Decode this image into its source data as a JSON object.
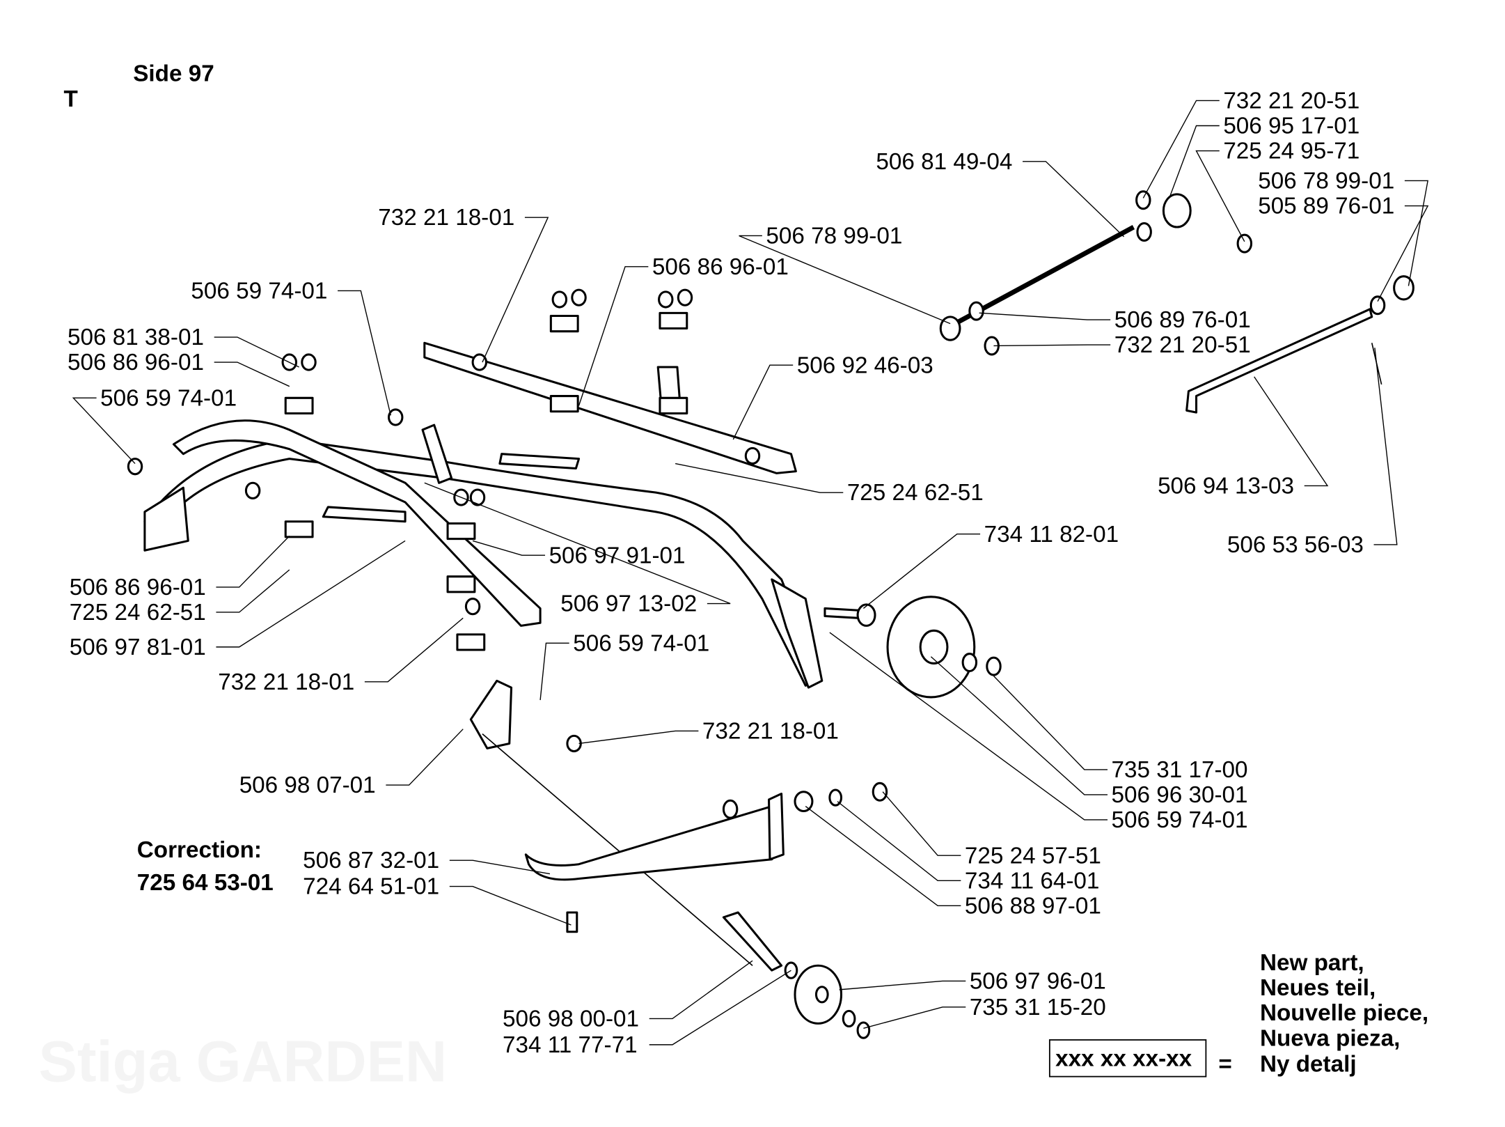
{
  "header": {
    "section_letter": "T",
    "page_title": "Side 97"
  },
  "watermark": "Stiga GARDEN",
  "part_labels": [
    "732 21 20-51",
    "506 95 17-01",
    "725 24 95-71",
    "506 81 49-04",
    "506 78 99-01",
    "505 89 76-01",
    "732 21 18-01",
    "506 78 99-01",
    "506 86 96-01",
    "506 59 74-01",
    "506 89 76-01",
    "506 81 38-01",
    "732 21 20-51",
    "506 86 96-01",
    "506 92 46-03",
    "506 59 74-01",
    "506 94 13-03",
    "725 24 62-51",
    "734 11 82-01",
    "506 53 56-03",
    "506 97 91-01",
    "506 86 96-01",
    "506 97 13-02",
    "725 24 62-51",
    "506 59 74-01",
    "506 97 81-01",
    "732 21 18-01",
    "732 21 18-01",
    "735 31 17-00",
    "506 98 07-01",
    "506 96 30-01",
    "506 59 74-01",
    "725 24 57-51",
    "506 87 32-01",
    "734 11 64-01",
    "724 64 51-01",
    "506 88 97-01",
    "506 97 96-01",
    "735 31 15-20",
    "506 98 00-01",
    "734 11 77-71"
  ],
  "correction": {
    "label": "Correction:",
    "part_number": "725 64 53-01"
  },
  "legend": {
    "box_text": "xxx xx xx-xx",
    "equals": "=",
    "lines": [
      "New part,",
      "Neues teil,",
      "Nouvelle piece,",
      "Nueva pieza,",
      "Ny detalj"
    ]
  }
}
